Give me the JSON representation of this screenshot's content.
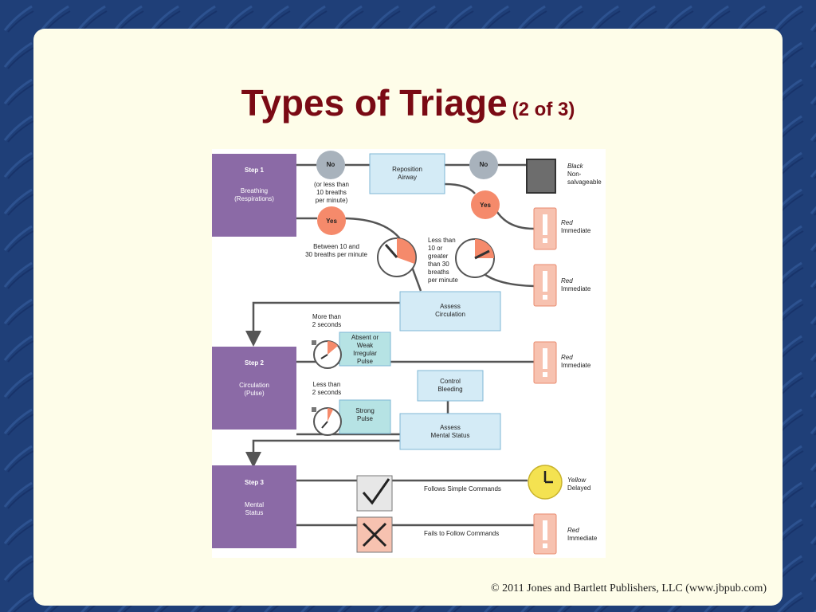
{
  "slide": {
    "title": "Types of Triage",
    "title_suffix": "(2 of 3)",
    "copyright": "© 2011 Jones and Bartlett Publishers, LLC (www.jbpub.com)"
  },
  "colors": {
    "background": "#1f3f78",
    "slide": "#fefde9",
    "title": "#7a0a14",
    "step_box": "#8b6aa6",
    "action_box": "#d4ebf6",
    "pulse_box": "#b6e3e4",
    "red_card": "#f7c2b0",
    "decision_circle": "#f58a6b",
    "no_circle": "#a8b2bc",
    "yellow": "#f4e251"
  },
  "steps": {
    "step1": {
      "title": "Step 1",
      "subtitle": "Breathing\n(Respirations)"
    },
    "step2": {
      "title": "Step 2",
      "subtitle": "Circulation\n(Pulse)"
    },
    "step3": {
      "title": "Step 3",
      "subtitle": "Mental\nStatus"
    }
  },
  "decisions": {
    "no1": "No",
    "no1_note": "(or less than\n10 breaths\nper minute)",
    "yes1": "Yes",
    "yes1_note": "Between 10 and\n30 breaths per minute",
    "no2": "No",
    "yes2": "Yes",
    "rate_note": "Less than\n10 or\ngreater\nthan 30\nbreaths\nper minute"
  },
  "actions": {
    "reposition": "Reposition\nAirway",
    "assess_circulation": "Assess\nCirculation",
    "control_bleeding": "Control\nBleeding",
    "assess_mental": "Assess\nMental Status",
    "absent_pulse": "Absent or\nWeak\nIrregular\nPulse",
    "strong_pulse": "Strong\nPulse"
  },
  "timing": {
    "more_than": "More than\n2 seconds",
    "less_than": "Less than\n2 seconds"
  },
  "commands": {
    "follows": "Follows Simple Commands",
    "fails": "Fails to Follow Commands"
  },
  "outcomes": {
    "black": {
      "category": "Black",
      "desc": "Non-\nsalvageable"
    },
    "red1": {
      "category": "Red",
      "desc": "Immediate"
    },
    "red2": {
      "category": "Red",
      "desc": "Immediate"
    },
    "red3": {
      "category": "Red",
      "desc": "Immediate"
    },
    "yellow": {
      "category": "Yellow",
      "desc": "Delayed"
    },
    "red4": {
      "category": "Red",
      "desc": "Immediate"
    }
  },
  "icons": {
    "warning": "exclamation-card-icon",
    "black": "black-square-icon",
    "yellow": "clock-icon",
    "check": "checkmark-icon",
    "fail": "x-mark-icon",
    "gauge": "respiration-gauge-icon",
    "stopwatch": "stopwatch-icon"
  }
}
